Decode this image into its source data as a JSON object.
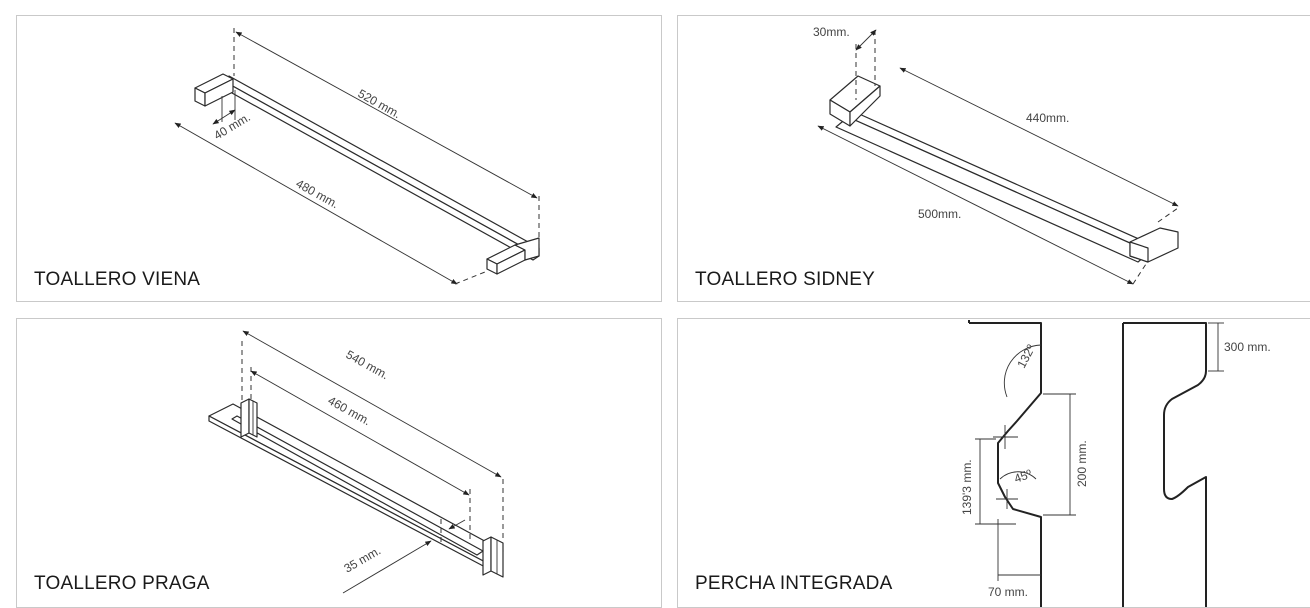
{
  "panels": [
    {
      "title": "TOALLERO VIENA",
      "dimensions": [
        "520 mm.",
        "40 mm.",
        "480 mm."
      ]
    },
    {
      "title": "TOALLERO SIDNEY",
      "dimensions": [
        "30mm.",
        "440mm.",
        "500mm."
      ]
    },
    {
      "title": "TOALLERO PRAGA",
      "dimensions": [
        "540 mm.",
        "460 mm.",
        "35 mm."
      ]
    },
    {
      "title": "PERCHA INTEGRADA",
      "dimensions": [
        "132º",
        "200 mm.",
        "139'3 mm.",
        "45º",
        "300 mm.",
        "70 mm."
      ]
    }
  ]
}
